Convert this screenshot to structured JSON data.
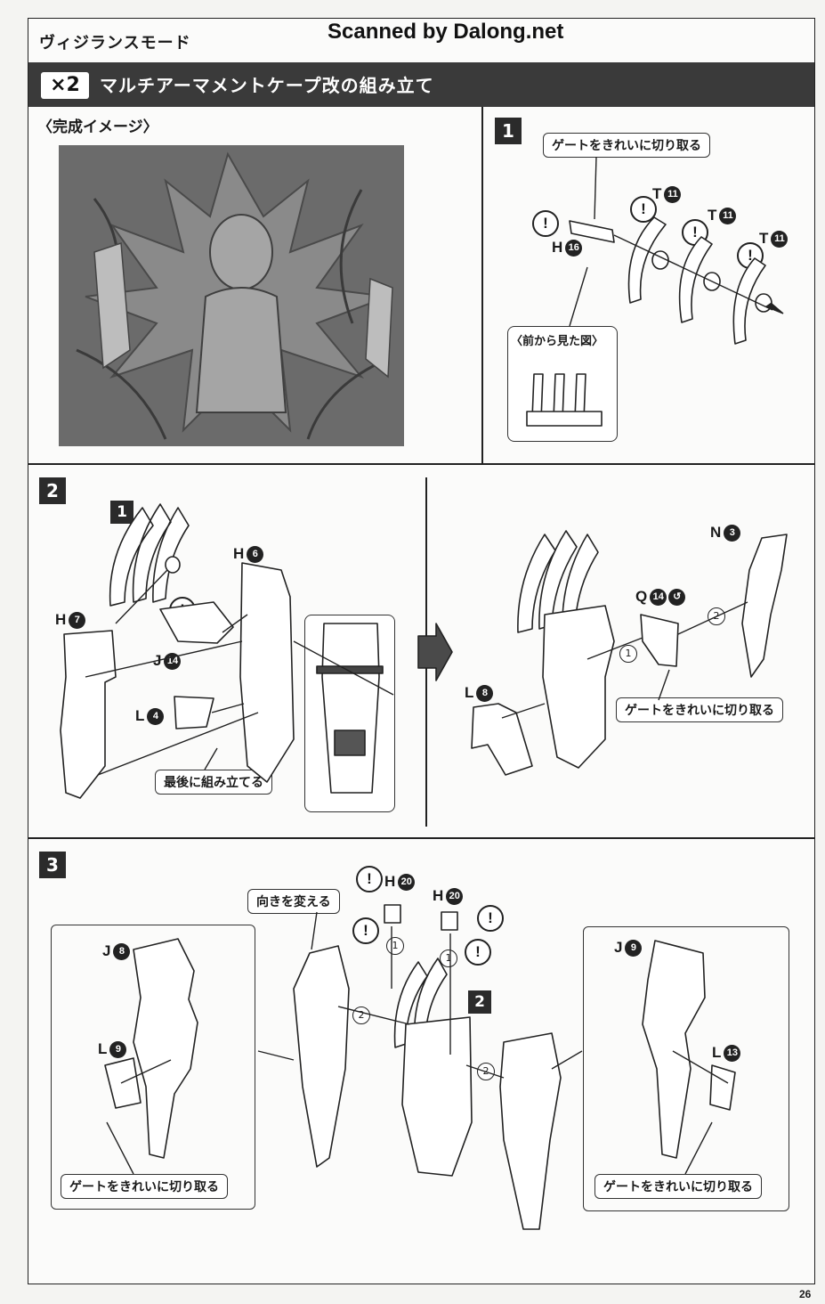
{
  "header": {
    "mode_title": "ヴィジランスモード",
    "watermark": "Scanned by Dalong.net",
    "multiplier": "×2",
    "section_title": "マルチアーマメントケープ改の組み立て"
  },
  "completed_image_label": "〈完成イメージ〉",
  "step1": {
    "number": "1",
    "gate_callout": "ゲートをきれいに切り取る",
    "front_view_label": "〈前から見た図〉",
    "parts": [
      {
        "letter": "H",
        "num": "16"
      },
      {
        "letter": "T",
        "num": "11"
      },
      {
        "letter": "T",
        "num": "11"
      },
      {
        "letter": "T",
        "num": "11"
      }
    ],
    "warning_mark": "!"
  },
  "step2": {
    "number": "2",
    "ref_step": "1",
    "parts_left": [
      {
        "letter": "H",
        "num": "7"
      },
      {
        "letter": "H",
        "num": "6"
      },
      {
        "letter": "J",
        "num": "14"
      },
      {
        "letter": "L",
        "num": "4"
      }
    ],
    "last_assembly_callout": "最後に組み立てる",
    "parts_right": [
      {
        "letter": "N",
        "num": "3"
      },
      {
        "letter": "Q",
        "num": "14"
      },
      {
        "letter": "L",
        "num": "8"
      }
    ],
    "gate_callout": "ゲートをきれいに切り取る",
    "seq1": "1",
    "seq2": "2"
  },
  "step3": {
    "number": "3",
    "ref_step": "2",
    "turn_callout": "向きを変える",
    "parts_center": [
      {
        "letter": "H",
        "num": "20"
      },
      {
        "letter": "H",
        "num": "20"
      }
    ],
    "left_panel": {
      "parts": [
        {
          "letter": "J",
          "num": "8"
        },
        {
          "letter": "L",
          "num": "9"
        }
      ],
      "gate_callout": "ゲートをきれいに切り取る"
    },
    "right_panel": {
      "parts": [
        {
          "letter": "J",
          "num": "9"
        },
        {
          "letter": "L",
          "num": "13"
        }
      ],
      "gate_callout": "ゲートをきれいに切り取る"
    },
    "seq1": "1",
    "seq2": "2"
  },
  "page_number": "26"
}
